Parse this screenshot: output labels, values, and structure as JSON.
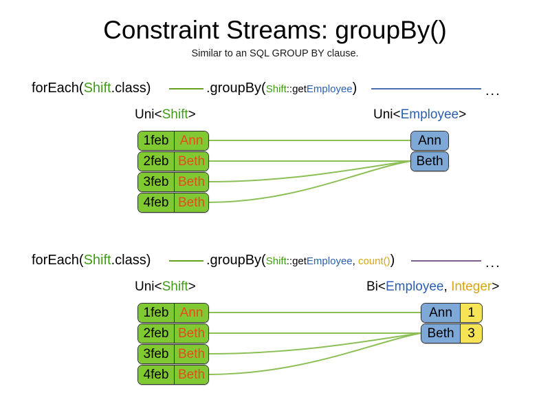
{
  "header": {
    "title": "Constraint Streams: groupBy()",
    "subtitle": "Similar to an SQL GROUP BY clause."
  },
  "colors": {
    "shift_green": "#80c932",
    "employee_blue": "#7ea8d6",
    "count_yellow": "#f7e356",
    "shift_text_green": "#3f9b16",
    "employee_text_blue": "#2b5fb0",
    "count_text_gold": "#d9a514",
    "employee_name_orange": "#e8491d",
    "edge_line_green": "#8cbf55",
    "connector_blue": "#4a6fae",
    "connector_purple": "#7d5f8c",
    "box_border": "#2f2f2f"
  },
  "examples": [
    {
      "id": "groupby-simple",
      "code": {
        "for_each_prefix": "forEach(",
        "for_each_type": "Shift",
        "for_each_suffix": ".class)",
        "group_by_prefix": ".groupBy(",
        "arg1_class": "Shift",
        "arg1_sep": "::get",
        "arg1_prop": "Employee",
        "group_by_suffix": ")",
        "ellipsis": "..."
      },
      "left_caption": {
        "prefix": "Uni<",
        "type": "Shift",
        "suffix": ">"
      },
      "right_caption": {
        "prefix": "Uni<",
        "type": "Employee",
        "suffix": ">"
      },
      "left_rows": [
        {
          "date": "1feb",
          "employee": "Ann"
        },
        {
          "date": "2feb",
          "employee": "Beth"
        },
        {
          "date": "3feb",
          "employee": "Beth"
        },
        {
          "date": "4feb",
          "employee": "Beth"
        }
      ],
      "right_rows": [
        {
          "employee": "Ann"
        },
        {
          "employee": "Beth"
        }
      ]
    },
    {
      "id": "groupby-count",
      "code": {
        "for_each_prefix": "forEach(",
        "for_each_type": "Shift",
        "for_each_suffix": ".class)",
        "group_by_prefix": ".groupBy(",
        "arg1_class": "Shift",
        "arg1_sep": "::get",
        "arg1_prop": "Employee",
        "arg_comma": ", ",
        "arg2": "count()",
        "group_by_suffix": ")",
        "ellipsis": "..."
      },
      "left_caption": {
        "prefix": "Uni<",
        "type": "Shift",
        "suffix": ">"
      },
      "right_caption": {
        "prefix": "Bi<",
        "type": "Employee",
        "mid": ", ",
        "type2": "Integer",
        "suffix": ">"
      },
      "left_rows": [
        {
          "date": "1feb",
          "employee": "Ann"
        },
        {
          "date": "2feb",
          "employee": "Beth"
        },
        {
          "date": "3feb",
          "employee": "Beth"
        },
        {
          "date": "4feb",
          "employee": "Beth"
        }
      ],
      "right_rows": [
        {
          "employee": "Ann",
          "count": "1"
        },
        {
          "employee": "Beth",
          "count": "3"
        }
      ]
    }
  ]
}
